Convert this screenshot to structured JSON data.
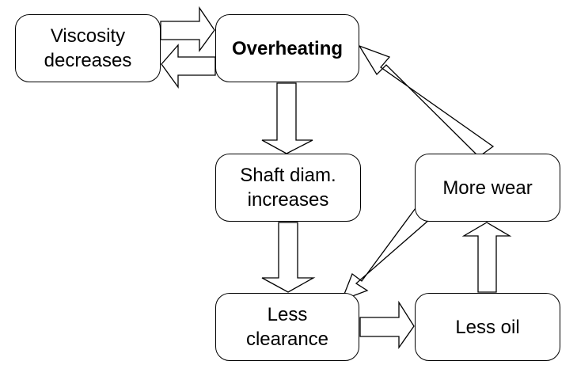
{
  "nodes": {
    "viscosity": [
      "Viscosity",
      "decreases"
    ],
    "overheating": [
      "Overheating"
    ],
    "shaft": [
      "Shaft diam.",
      "increases"
    ],
    "more_wear": [
      "More wear"
    ],
    "clearance": [
      "Less",
      "clearance"
    ],
    "less_oil": [
      "Less oil"
    ]
  },
  "colors": {
    "stroke": "#000000",
    "fill": "#ffffff"
  }
}
